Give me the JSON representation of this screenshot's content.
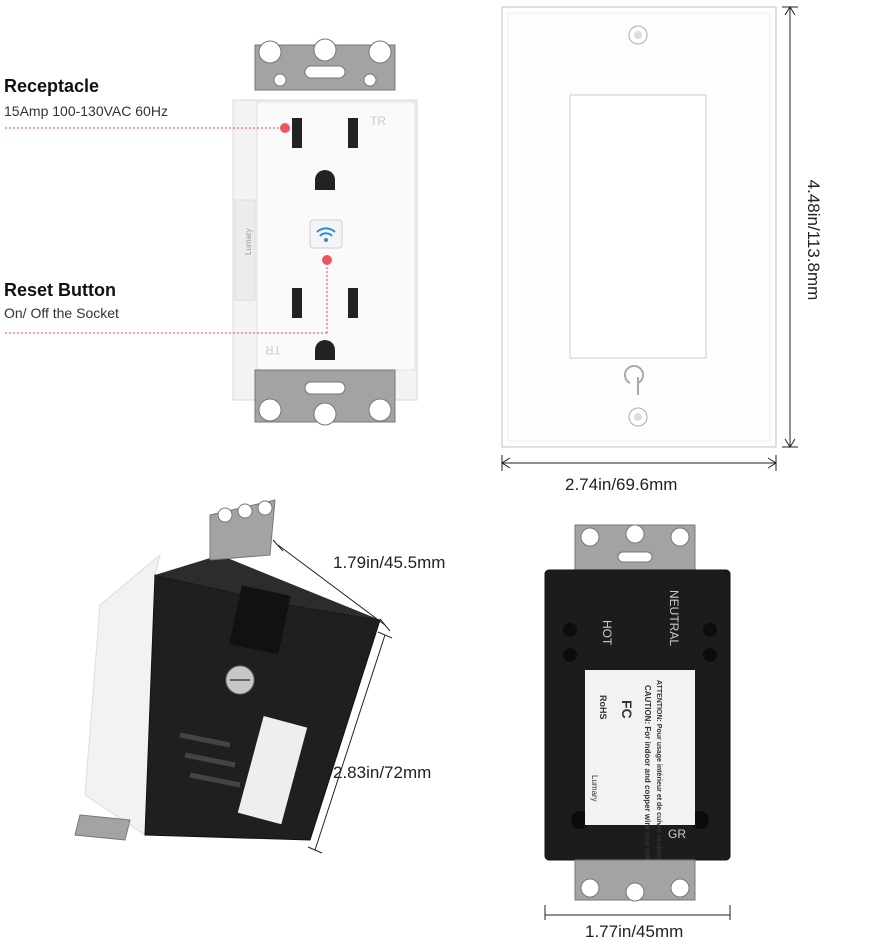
{
  "receptacle": {
    "title": "Receptacle",
    "spec": "15Amp 100-130VAC 60Hz"
  },
  "reset": {
    "title": "Reset Button",
    "desc": "On/ Off the Socket"
  },
  "dimensions": {
    "plate_height": "4.48in/113.8mm",
    "plate_width": "2.74in/69.6mm",
    "depth": "1.79in/45.5mm",
    "body_height": "2.83in/72mm",
    "body_width": "1.77in/45mm"
  },
  "outlet_labels": {
    "top": "TR",
    "bottom": "TR",
    "brand_side": "Lumary"
  },
  "back_labels": {
    "hot": "HOT",
    "neutral": "NEUTRAL",
    "ground": "GR",
    "brand": "Lumary",
    "rohs": "RoHS",
    "fcc": "FC",
    "caution": "CAUTION: For indoor and copper wire use only.",
    "attention": "ATTENTION: Pour usage intérieur et de cuivre seulement."
  },
  "colors": {
    "callout_dot": "#e8474f",
    "callout_line": "#e8474f",
    "wifi_icon": "#2c8fd6",
    "plate": "#ffffff",
    "body_black": "#1c1c1c",
    "metal": "#9a9a9a"
  }
}
